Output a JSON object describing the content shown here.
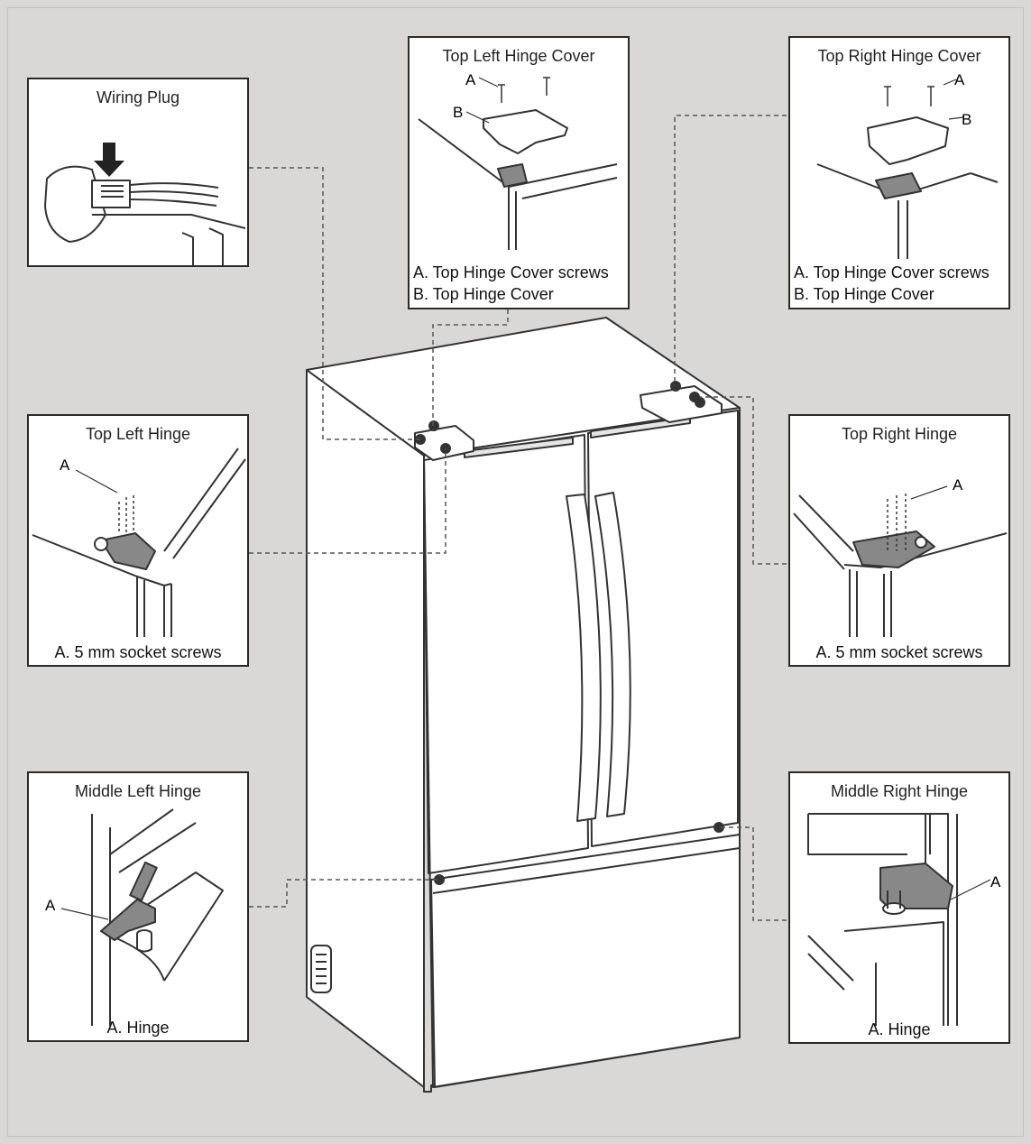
{
  "panels": {
    "wiring_plug": {
      "title": "Wiring Plug"
    },
    "top_left_hinge_cover": {
      "title": "Top Left Hinge Cover",
      "callout_a": "A",
      "callout_b": "B",
      "caption_a": "A. Top Hinge Cover screws",
      "caption_b": "B. Top Hinge Cover"
    },
    "top_right_hinge_cover": {
      "title": "Top Right Hinge Cover",
      "callout_a": "A",
      "callout_b": "B",
      "caption_a": "A. Top Hinge Cover screws",
      "caption_b": "B. Top Hinge Cover"
    },
    "top_left_hinge": {
      "title": "Top Left Hinge",
      "callout_a": "A",
      "caption": "A. 5 mm socket screws"
    },
    "top_right_hinge": {
      "title": "Top Right Hinge",
      "callout_a": "A",
      "caption": "A. 5 mm socket screws"
    },
    "middle_left_hinge": {
      "title": "Middle Left Hinge",
      "callout_a": "A",
      "caption": "A. Hinge"
    },
    "middle_right_hinge": {
      "title": "Middle Right Hinge",
      "callout_a": "A",
      "caption": "A. Hinge"
    }
  },
  "colors": {
    "background": "#d9d8d6",
    "panel_border": "#2a2a2a",
    "line": "#333333",
    "hinge_fill": "#8a8a8a"
  }
}
